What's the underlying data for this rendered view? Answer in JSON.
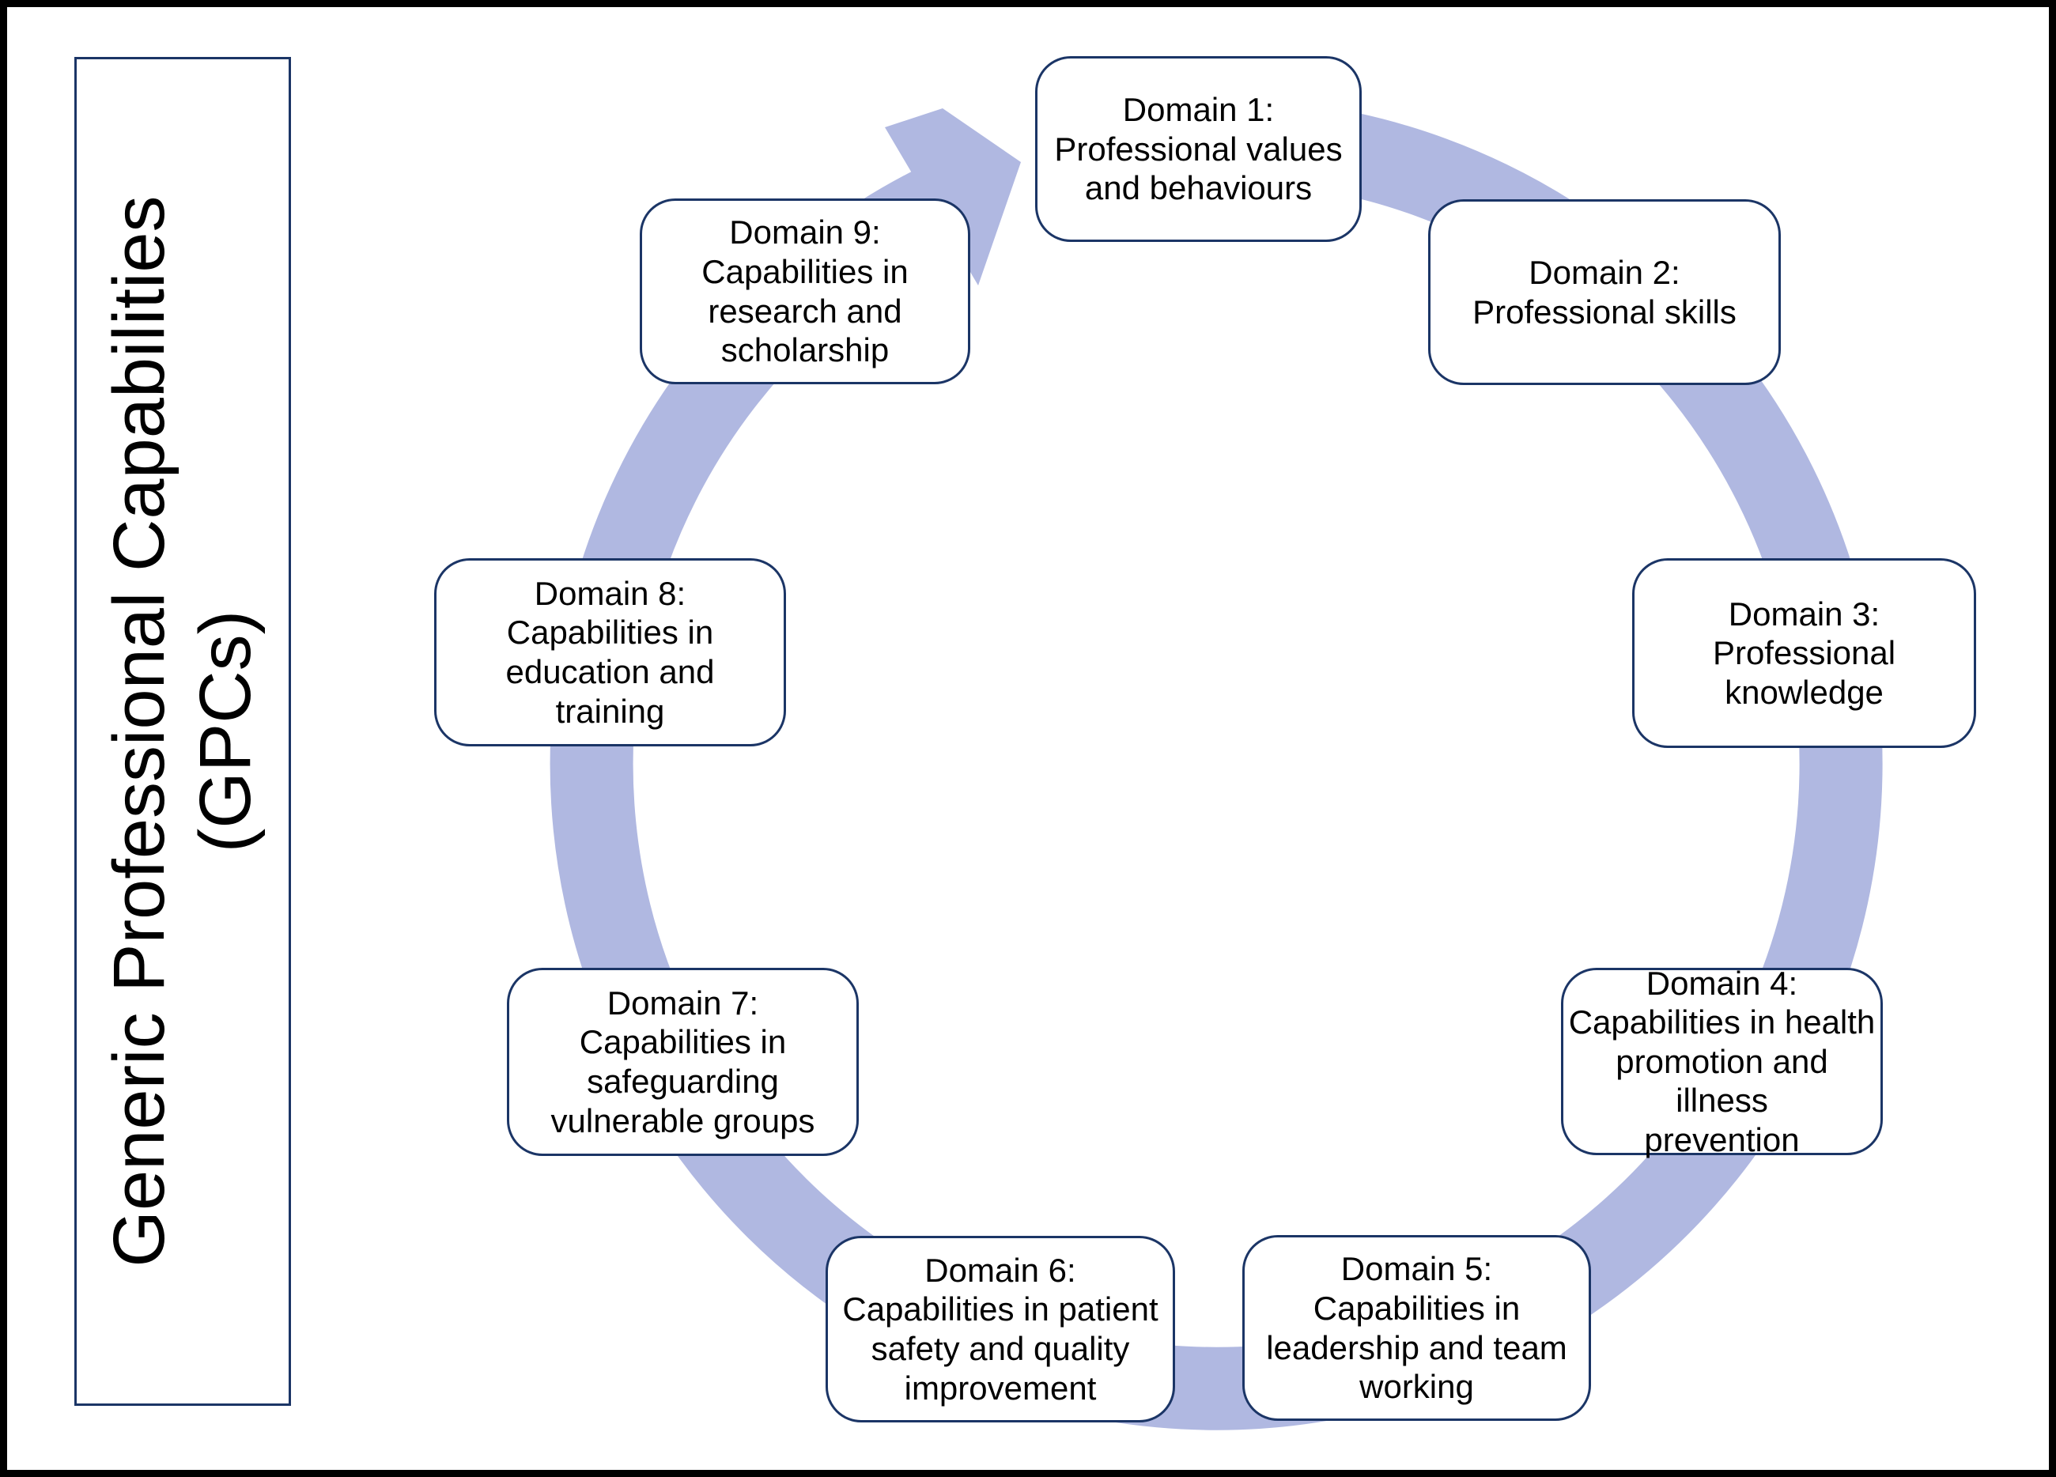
{
  "figure": {
    "side_label": {
      "full": "Generic Professional Capabilities (GPCs)",
      "lines": [
        "Generic Professional Capabilities",
        "(GPCs)"
      ]
    },
    "cycle": {
      "arrow_color": "#b0b8e1",
      "box_border_color": "#1b3566",
      "arrow_direction": "clockwise",
      "domains": [
        {
          "number": "Domain 1:",
          "text": "Professional values and behaviours",
          "lines": [
            "Domain 1:",
            "Professional values",
            "and behaviours"
          ]
        },
        {
          "number": "Domain 2:",
          "text": "Professional skills",
          "lines": [
            "Domain 2:",
            "Professional skills"
          ]
        },
        {
          "number": "Domain 3:",
          "text": "Professional knowledge",
          "lines": [
            "Domain 3:",
            "Professional",
            "knowledge"
          ]
        },
        {
          "number": "Domain 4:",
          "text": "Capabilities in health promotion and illness prevention",
          "lines": [
            "Domain 4:",
            "Capabilities in health",
            "promotion and illness",
            "prevention"
          ]
        },
        {
          "number": "Domain 5:",
          "text": "Capabilities in leadership and team working",
          "lines": [
            "Domain 5:",
            "Capabilities in",
            "leadership and team",
            "working"
          ]
        },
        {
          "number": "Domain 6:",
          "text": "Capabilities in patient safety and quality improvement",
          "lines": [
            "Domain 6:",
            "Capabilities in patient",
            "safety and quality",
            "improvement"
          ]
        },
        {
          "number": "Domain 7:",
          "text": "Capabilities in safeguarding vulnerable groups",
          "lines": [
            "Domain 7:",
            "Capabilities in",
            "safeguarding",
            "vulnerable groups"
          ]
        },
        {
          "number": "Domain 8:",
          "text": "Capabilities in education and training",
          "lines": [
            "Domain 8:",
            "Capabilities in",
            "education and",
            "training"
          ]
        },
        {
          "number": "Domain 9:",
          "text": "Capabilities in research and scholarship",
          "lines": [
            "Domain 9:",
            "Capabilities in",
            "research and",
            "scholarship"
          ]
        }
      ]
    }
  }
}
